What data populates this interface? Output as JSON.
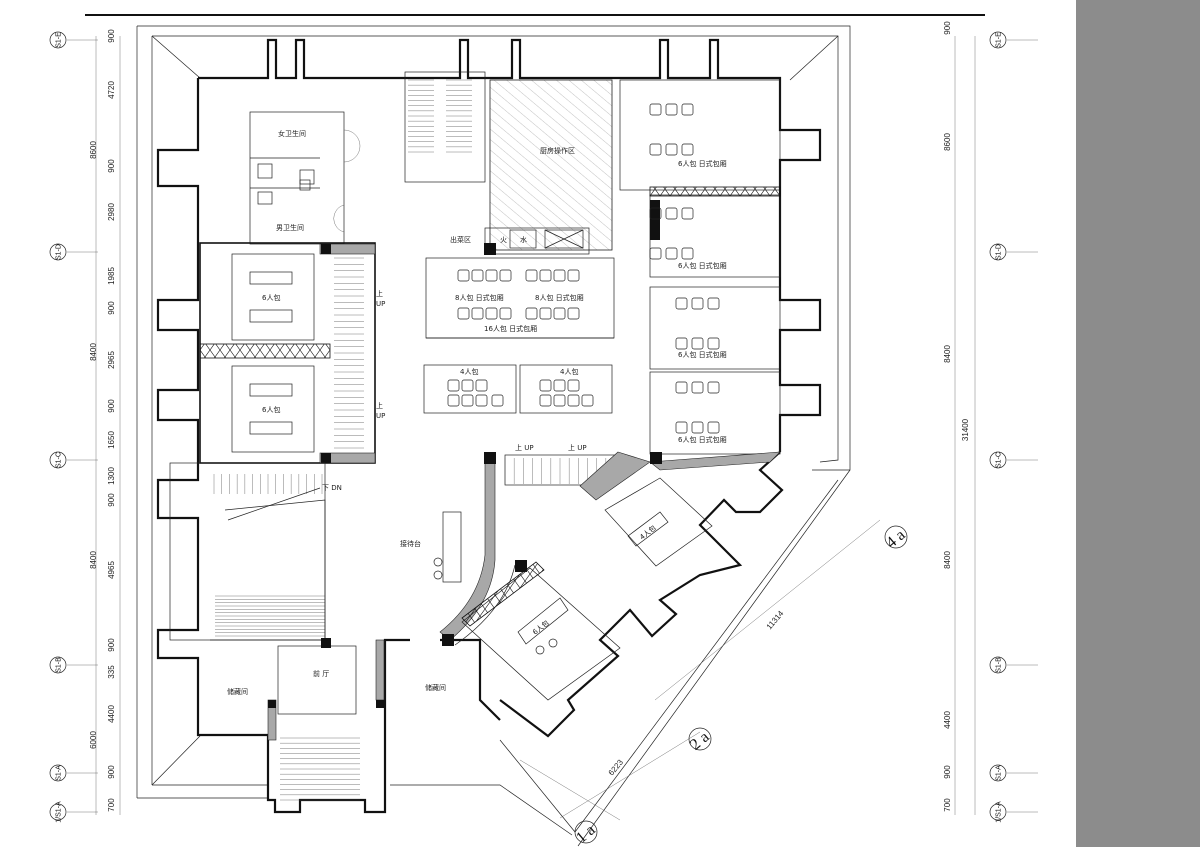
{
  "drawing": {
    "colors": {
      "background": "#ffffff",
      "side_panel": "#8c8c8c",
      "line": "#111111",
      "fill_grey": "#a8a8a8"
    },
    "left_dimensions": [
      "900",
      "4720",
      "8600",
      "900",
      "2980",
      "1985",
      "900",
      "8400",
      "2965",
      "900",
      "1650",
      "1300",
      "900",
      "8400",
      "4965",
      "900",
      "335",
      "4400",
      "6000",
      "900",
      "700"
    ],
    "right_dimensions": [
      "900",
      "8600",
      "8400",
      "31400",
      "8400",
      "4400",
      "900",
      "700"
    ],
    "axis_markers": [
      "S1-E",
      "S1-D",
      "S1-C",
      "S1-B",
      "S1-A",
      "1/S1-A"
    ],
    "diagonal_axes": [
      "4 a",
      "2 a",
      "1 a"
    ],
    "diagonal_dimensions": [
      "11314",
      "6223"
    ],
    "rooms": {
      "female_restroom": "女卫生间",
      "male_restroom": "男卫生间",
      "kitchen_prep": "厨房操作区",
      "serving_area": "出菜区",
      "hot_water": "火",
      "water": "水",
      "private_room_8_japanese_1": "8人包 日式包厢",
      "private_room_8_japanese_2": "8人包 日式包厢",
      "private_room_16_japanese": "16人包 日式包厢",
      "private_room_6_japanese_1": "6人包 日式包厢",
      "private_room_6_japanese_2": "6人包 日式包厢",
      "private_room_6_japanese_3": "6人包 日式包厢",
      "private_room_6_japanese_4": "6人包 日式包厢",
      "private_room_6_left_1": "6人包",
      "private_room_6_left_2": "6人包",
      "private_room_4_1": "4人包",
      "private_room_4_2": "4人包",
      "private_room_4_diag": "4人包",
      "private_room_6_diag": "6人包",
      "reception_desk": "接待台",
      "lobby": "前 厅",
      "storage_left": "储藏间",
      "storage_right": "储藏间",
      "stairs_up_1": "上",
      "stairs_up_1_en": "UP",
      "stairs_up_2": "上",
      "stairs_up_2_en": "UP",
      "stairs_up_3": "上 UP",
      "stairs_up_4": "上 UP",
      "stairs_down": "下 DN"
    }
  }
}
